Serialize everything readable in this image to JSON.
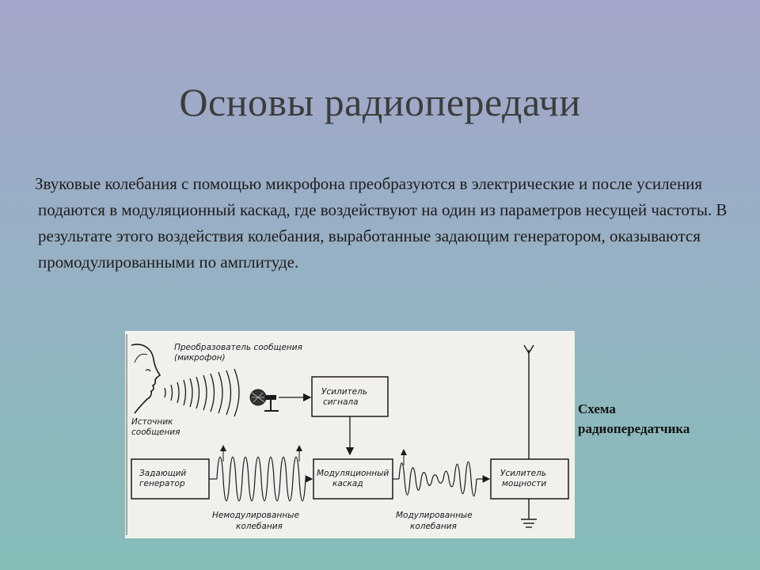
{
  "slide": {
    "title": "Основы радиопередачи",
    "body": "Звуковые колебания с помощью микрофона преобразуются в электрические и после усиления подаются в модуляционный каскад, где воздействуют на один из параметров несущей частоты. В результате этого воздействия колебания, выработанные задающим генератором, оказываются промодулированными по амплитуде.",
    "caption_line1": "Схема",
    "caption_line2": "радиопередатчика"
  },
  "diagram": {
    "transducer_line1": "Преобразователь сообщения",
    "transducer_line2": "(микрофон)",
    "source_line1": "Источник",
    "source_line2": "сообщения",
    "amp_signal_line1": "Усилитель",
    "amp_signal_line2": "сигнала",
    "osc_line1": "Задающий",
    "osc_line2": "генератор",
    "mod_line1": "Модуляционный",
    "mod_line2": "каскад",
    "amp_power_line1": "Усилитель",
    "amp_power_line2": "мощности",
    "unmod_line1": "Немодулированные",
    "unmod_line2": "колебания",
    "mod_osc_line1": "Модулированные",
    "mod_osc_line2": "колебания"
  }
}
